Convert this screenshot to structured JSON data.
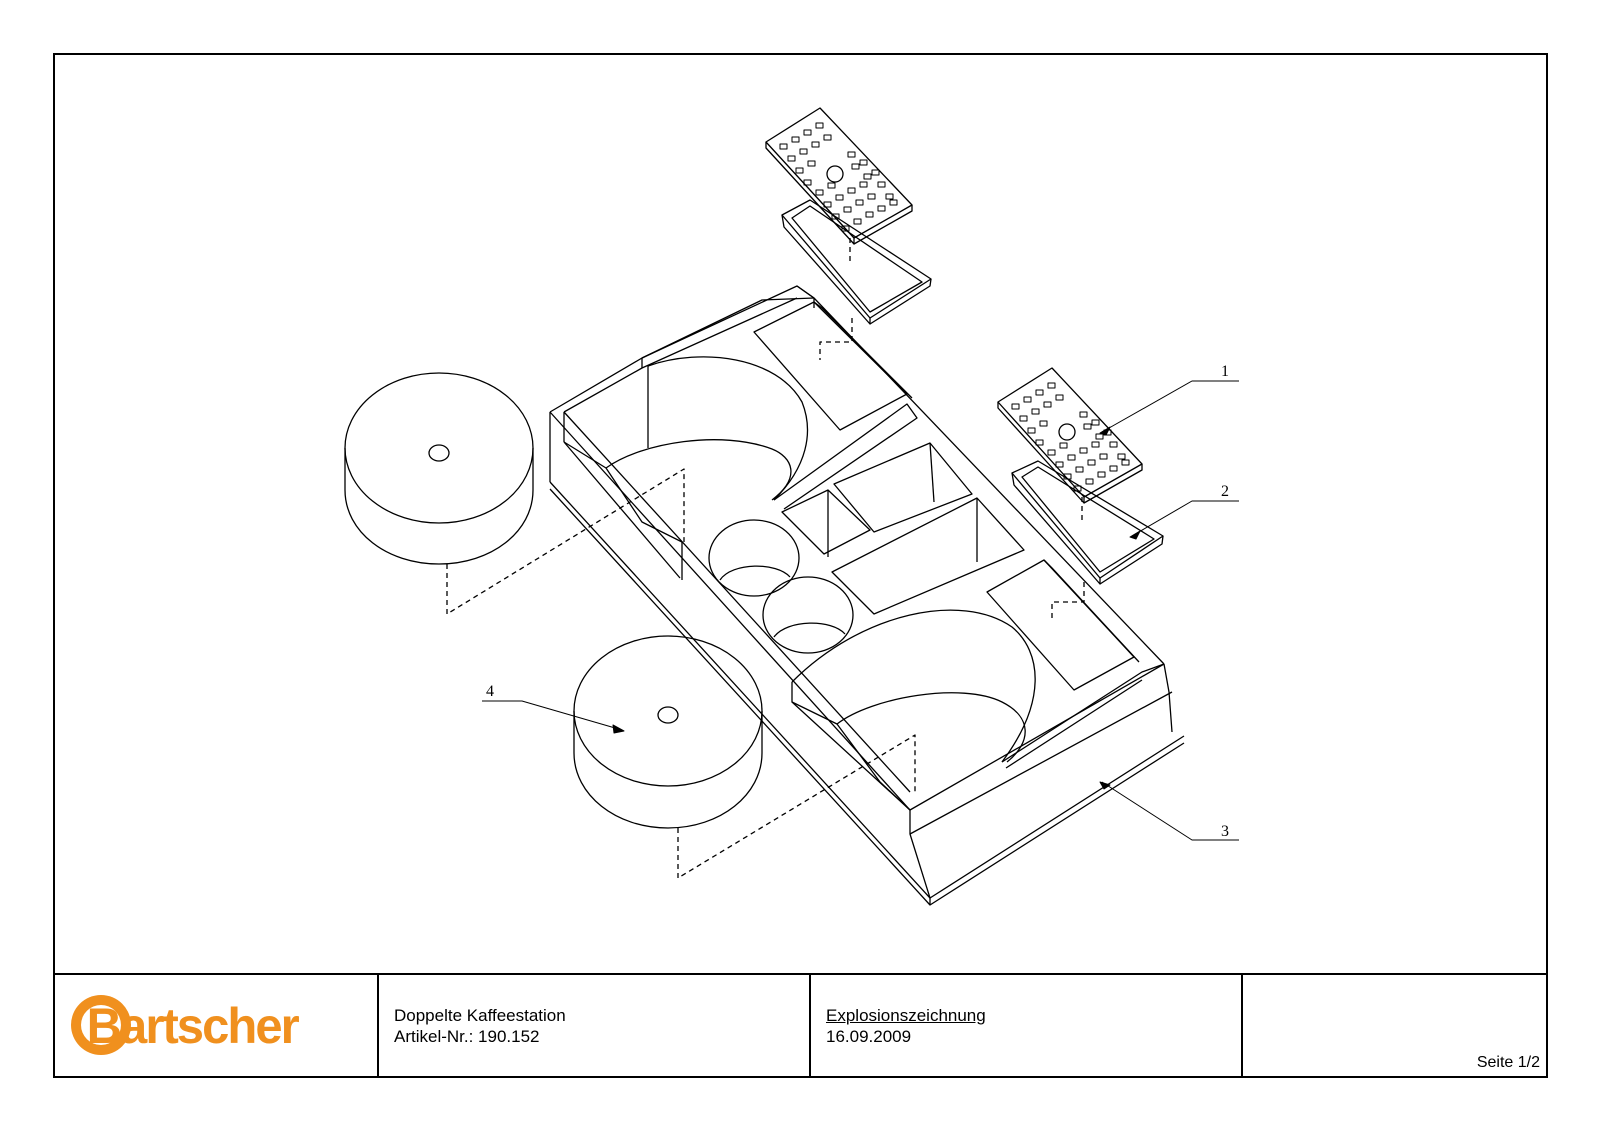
{
  "drawing": {
    "callouts": [
      "1",
      "2",
      "3",
      "4"
    ]
  },
  "title_block": {
    "logo_text": "Bartscher",
    "product_name": "Doppelte Kaffeestation",
    "article_number": "Artikel-Nr.: 190.152",
    "document_type": "Explosionszeichnung",
    "date": "16.09.2009",
    "page": "Seite 1/2"
  },
  "colors": {
    "logo_orange": "#F0901E",
    "line": "#000000"
  }
}
